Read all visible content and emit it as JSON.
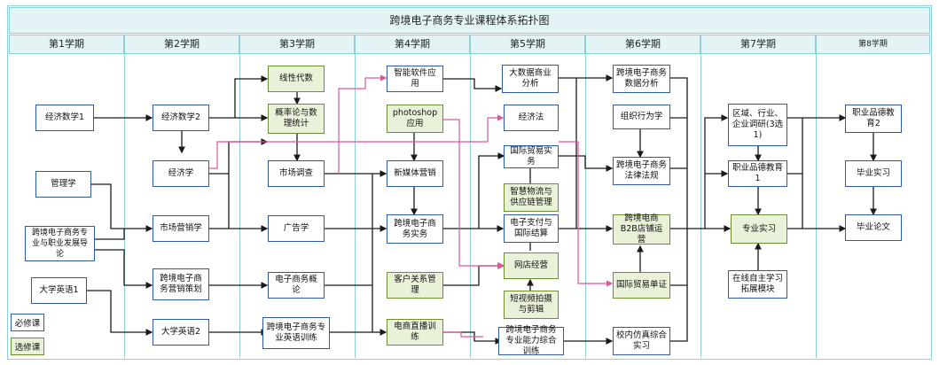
{
  "title": "跨境电子商务专业课程体系拓扑图",
  "semesters": [
    "第1学期",
    "第2学期",
    "第3学期",
    "第4学期",
    "第5学期",
    "第6学期",
    "第7学期",
    "第8学期"
  ],
  "legend": {
    "required": "必修课",
    "elective": "选修课"
  },
  "courses": {
    "s1_econ_math1": "经济数学1",
    "s1_management": "管理学",
    "s1_intro": "跨境电子商务专业与职业发展导论",
    "s1_english1": "大学英语1",
    "s2_econ_math2": "经济数学2",
    "s2_economics": "经济学",
    "s2_marketing": "市场营销学",
    "s2_cbe_marketing_plan": "跨境电子商务营销策划",
    "s2_english2": "大学英语2",
    "s3_linear_algebra": "线性代数",
    "s3_probability": "概率论与数理统计",
    "s3_market_research": "市场调查",
    "s3_advertising": "广告学",
    "s3_ecom_intro": "电子商务概论",
    "s3_cbe_english": "跨境电子商务专业英语训练",
    "s4_smart_software": "智能软件应用",
    "s4_photoshop": "photoshop应用",
    "s4_new_media": "新媒体营销",
    "s4_cbe_practice": "跨境电子商务实务",
    "s4_crm": "客户关系管理",
    "s4_livestream": "电商直播训练",
    "s5_big_data": "大数据商业分析",
    "s5_econ_law": "经济法",
    "s5_intl_trade": "国际贸易实务",
    "s5_smart_logistics": "智慧物流与供应链管理",
    "s5_e_payment": "电子支付与国际结算",
    "s5_online_store": "网店经营",
    "s5_short_video": "短视频拍摄与剪辑",
    "s5_cbe_comprehensive": "跨境电子商务专业能力综合训练",
    "s6_cbe_data_analysis": "跨境电子商务数据分析",
    "s6_org_behavior": "组织行为学",
    "s6_cbe_law": "跨境电子商务法律法规",
    "s6_b2b_store": "跨境电商B2B店铺运营",
    "s6_trade_docs": "国际贸易单证",
    "s6_campus_sim": "校内仿真综合实习",
    "s7_research": "区域、行业、企业调研(3选1)",
    "s7_moral_ed1": "职业品德教育1",
    "s7_internship": "专业实习",
    "s7_self_study": "在线自主学习拓展模块",
    "s8_moral_ed2": "职业品德教育2",
    "s8_grad_internship": "毕业实习",
    "s8_thesis": "毕业论文"
  },
  "colors": {
    "frame": "#8fd0d6",
    "required_border": "#2f5aa8",
    "elective_fill": "#e9f2d9",
    "arrow": "#1a1a1a",
    "pink_arrow": "#e0569c"
  }
}
